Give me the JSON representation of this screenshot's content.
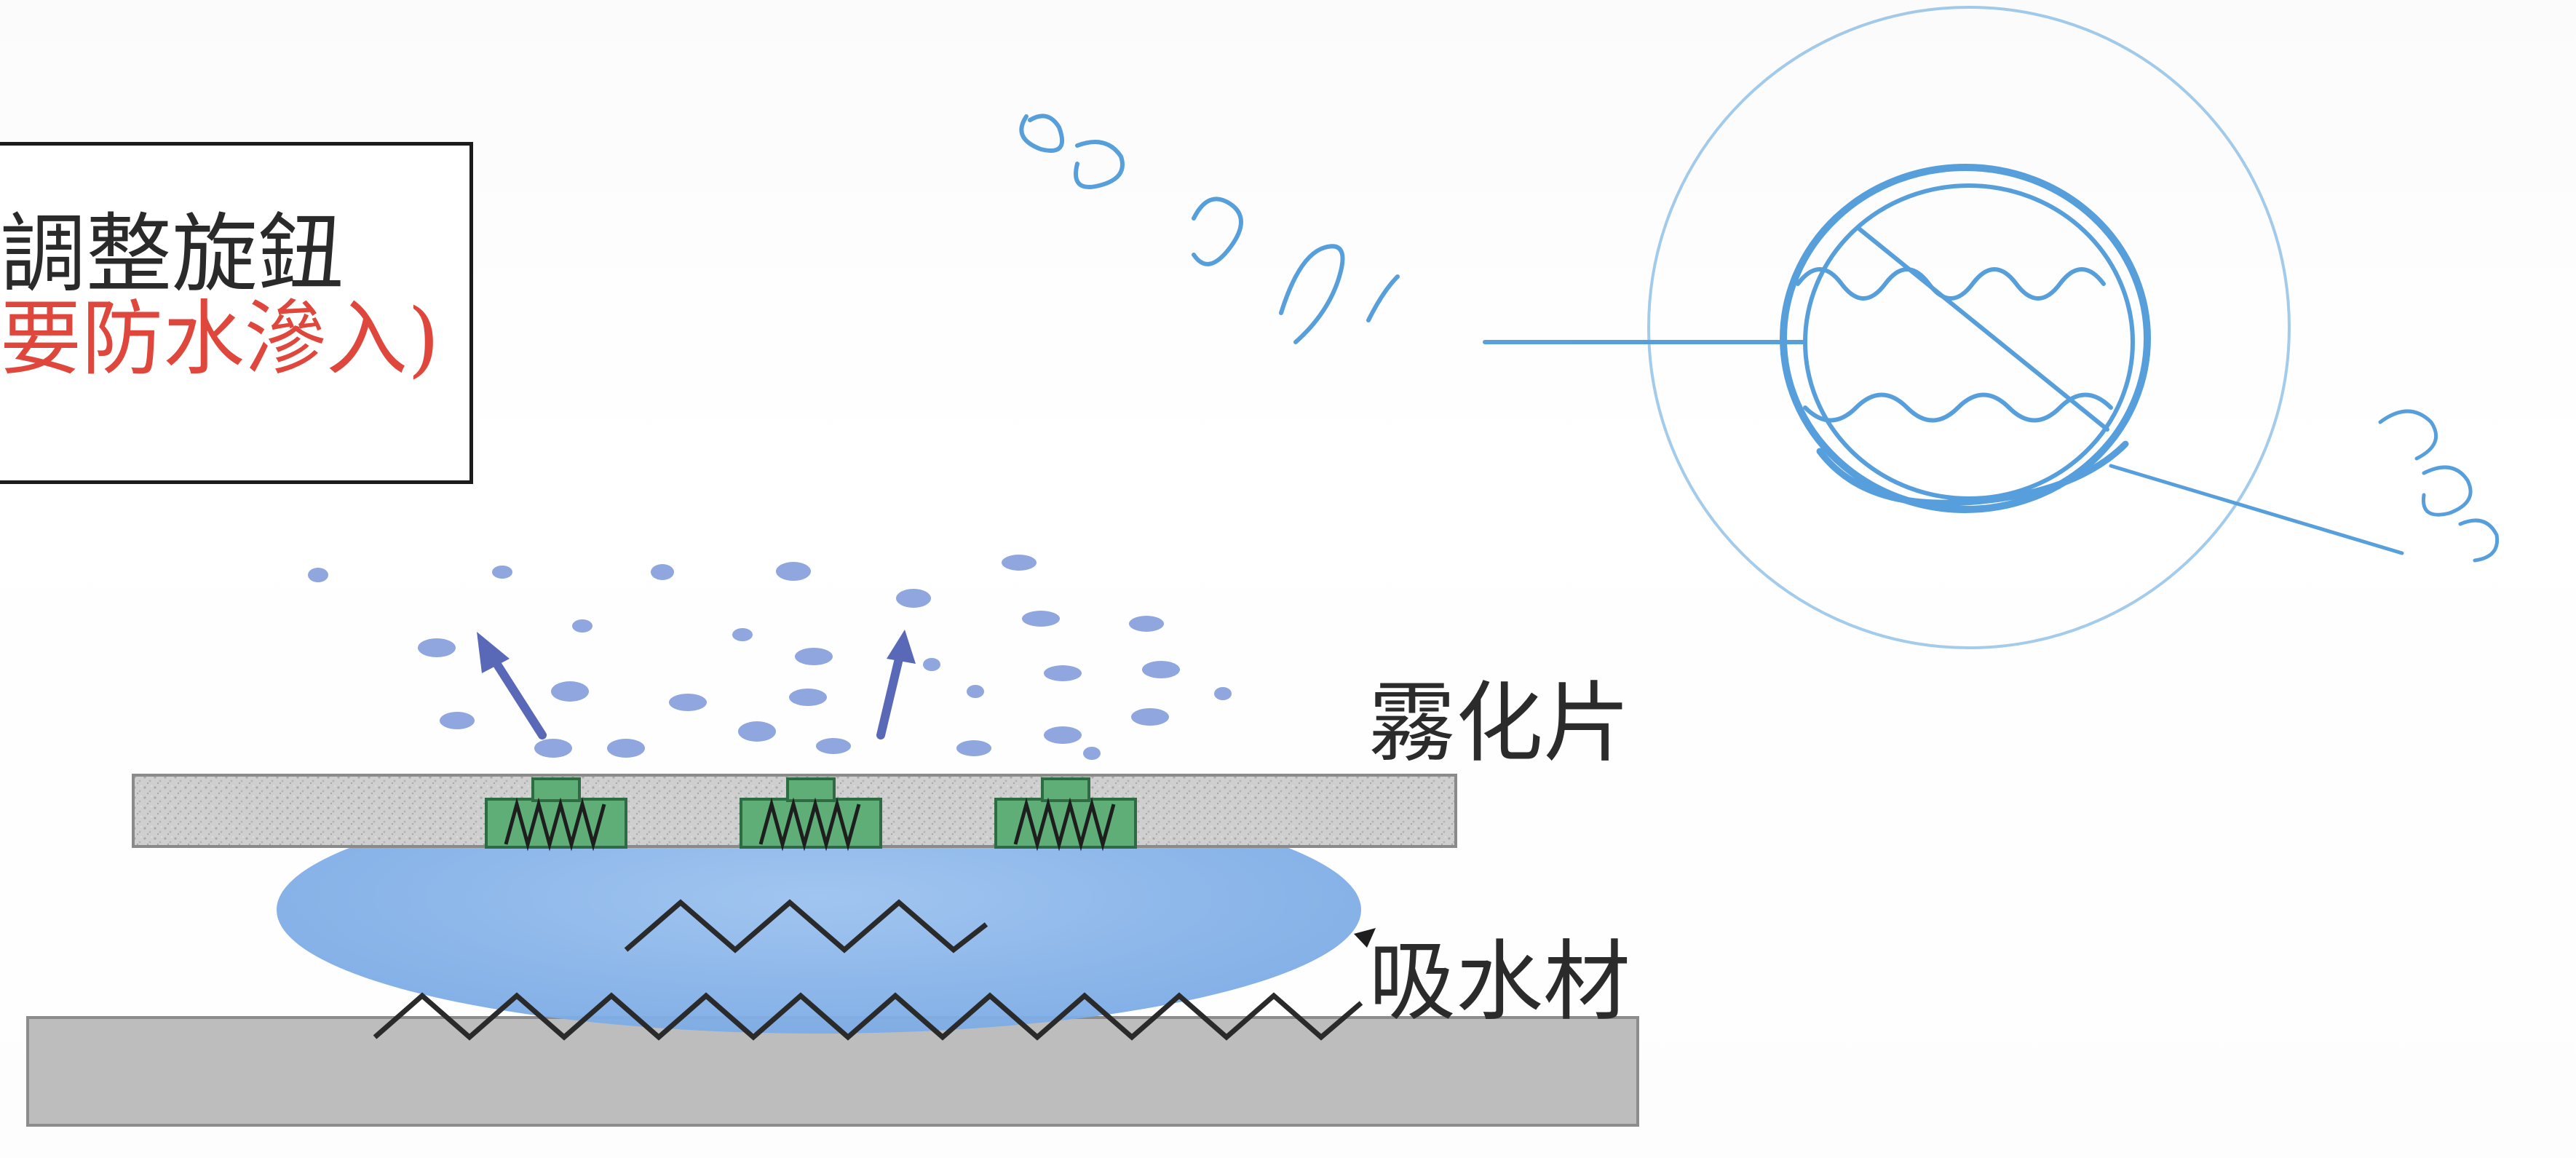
{
  "callout": {
    "line1": "調整旋鈕",
    "line2": "要防水滲入)"
  },
  "labels": {
    "atomizer": "霧化片",
    "absorbent": "吸水材"
  },
  "colors": {
    "callout_text": "#2a2a2a",
    "warning_red": "#e0473c",
    "mist_blue": "#8fa6de",
    "arrow_blue": "#5a68b8",
    "water_blue": "#8bb6ea",
    "plate_gray": "#c9c9c9",
    "base_gray": "#bdbdbd",
    "piezo_green": "#5fae78",
    "handwriting_blue": "#3a8fd6"
  }
}
